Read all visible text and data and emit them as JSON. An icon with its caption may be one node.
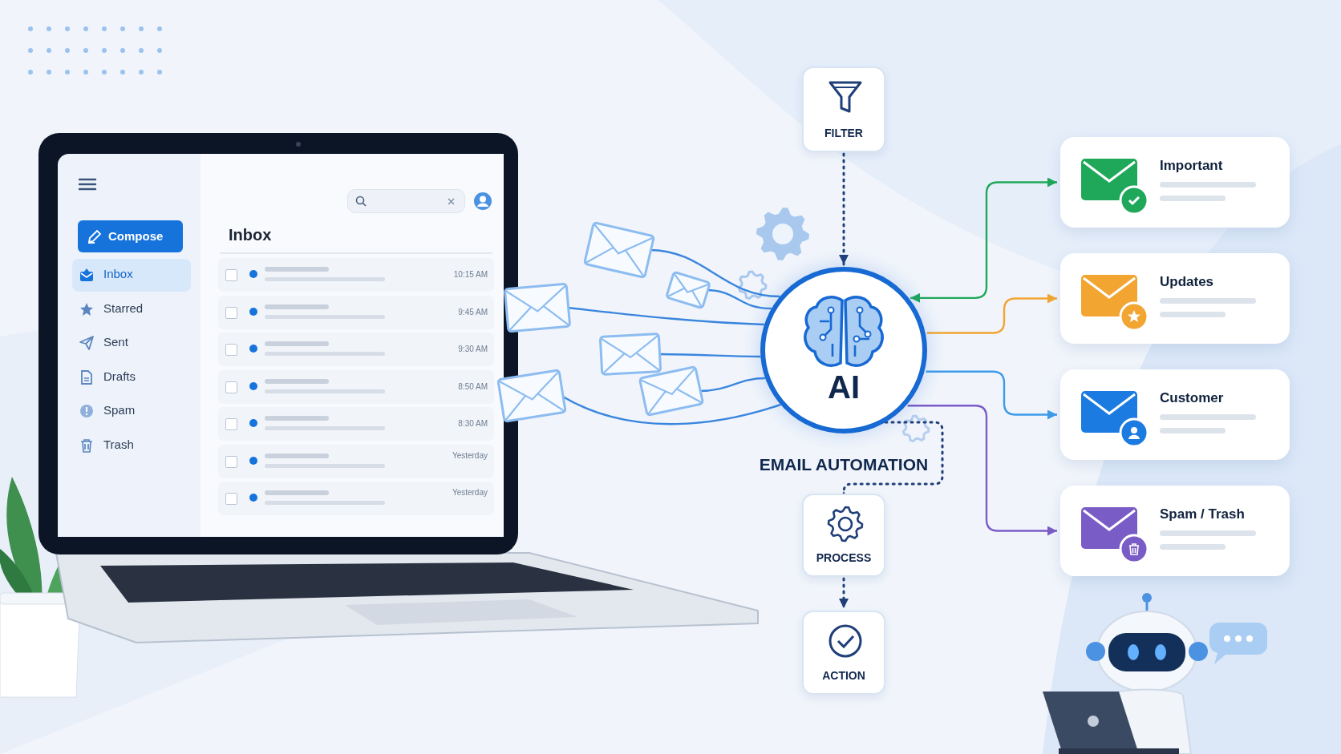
{
  "diagram": {
    "nodes": [
      {
        "text": [
          "FILTER"
        ]
      },
      {
        "text": [
          "AI"
        ],
        "beside": [
          "EMAIL AUTOMATION"
        ]
      },
      {
        "text": [
          "PROCESS"
        ]
      },
      {
        "text": [
          "ACTION"
        ]
      },
      {
        "text": [
          "Important"
        ]
      },
      {
        "text": [
          "Updates"
        ]
      },
      {
        "text": [
          "Customer"
        ]
      },
      {
        "text": [
          "Spam / Trash"
        ]
      },
      {
        "text": [],
        "shape": "envelope"
      },
      {
        "text": [],
        "shape": "envelope"
      },
      {
        "text": [],
        "shape": "envelope"
      },
      {
        "text": [],
        "shape": "envelope"
      },
      {
        "text": [],
        "shape": "envelope"
      },
      {
        "text": [],
        "shape": "envelope"
      }
    ],
    "edges": [
      {
        "from": 0,
        "to": 1,
        "arrow": "to",
        "style": "dashed",
        "color": "#1f3f7a"
      },
      {
        "from": 1,
        "to": 2,
        "arrow": "to",
        "style": "dashed",
        "color": "#1f3f7a"
      },
      {
        "from": 2,
        "to": 3,
        "arrow": "to",
        "style": "dashed",
        "color": "#1f3f7a"
      },
      {
        "from": 1,
        "to": 4,
        "arrow": "both",
        "color": "#1fa85a"
      },
      {
        "from": 1,
        "to": 5,
        "arrow": "to",
        "color": "#f2a531"
      },
      {
        "from": 1,
        "to": 6,
        "arrow": "to",
        "color": "#3d9be9"
      },
      {
        "from": 1,
        "to": 7,
        "arrow": "to",
        "color": "#7a5cc6"
      },
      {
        "from": 8,
        "to": 1,
        "arrow": "none"
      },
      {
        "from": 9,
        "to": 1,
        "arrow": "none"
      },
      {
        "from": 10,
        "to": 1,
        "arrow": "none"
      },
      {
        "from": 11,
        "to": 1,
        "arrow": "none"
      },
      {
        "from": 12,
        "to": 1,
        "arrow": "none"
      },
      {
        "from": 13,
        "to": 1,
        "arrow": "none"
      }
    ],
    "labels": [
      "Compose",
      "Inbox",
      "Starred",
      "Sent",
      "Drafts",
      "Spam",
      "Trash",
      "Inbox",
      "10:15 AM",
      "9:45 AM",
      "9:30 AM",
      "8:50 AM",
      "8:30 AM",
      "Yesterday",
      "Yesterday"
    ]
  }
}
